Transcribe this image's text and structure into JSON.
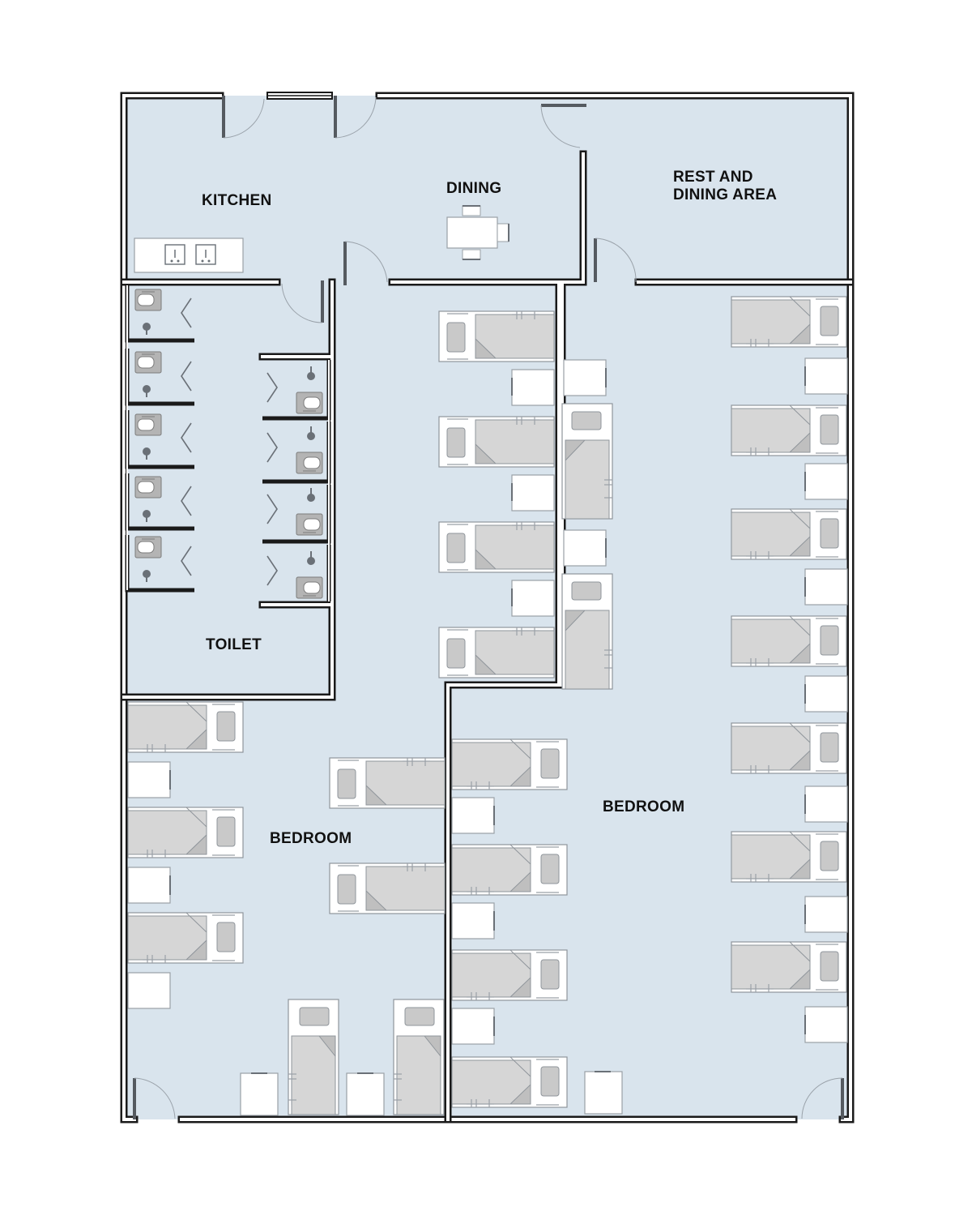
{
  "rooms": {
    "kitchen": "KITCHEN",
    "dining": "DINING",
    "rest_dining_line1": "REST AND",
    "rest_dining_line2": "DINING AREA",
    "toilet": "TOILET",
    "bedroom_left": "BEDROOM",
    "bedroom_right": "BEDROOM"
  },
  "colors": {
    "floor": "#d9e4ed",
    "wall": "#1a1a1a",
    "bed_sheet": "#d6d6d6",
    "furniture": "#ffffff"
  }
}
